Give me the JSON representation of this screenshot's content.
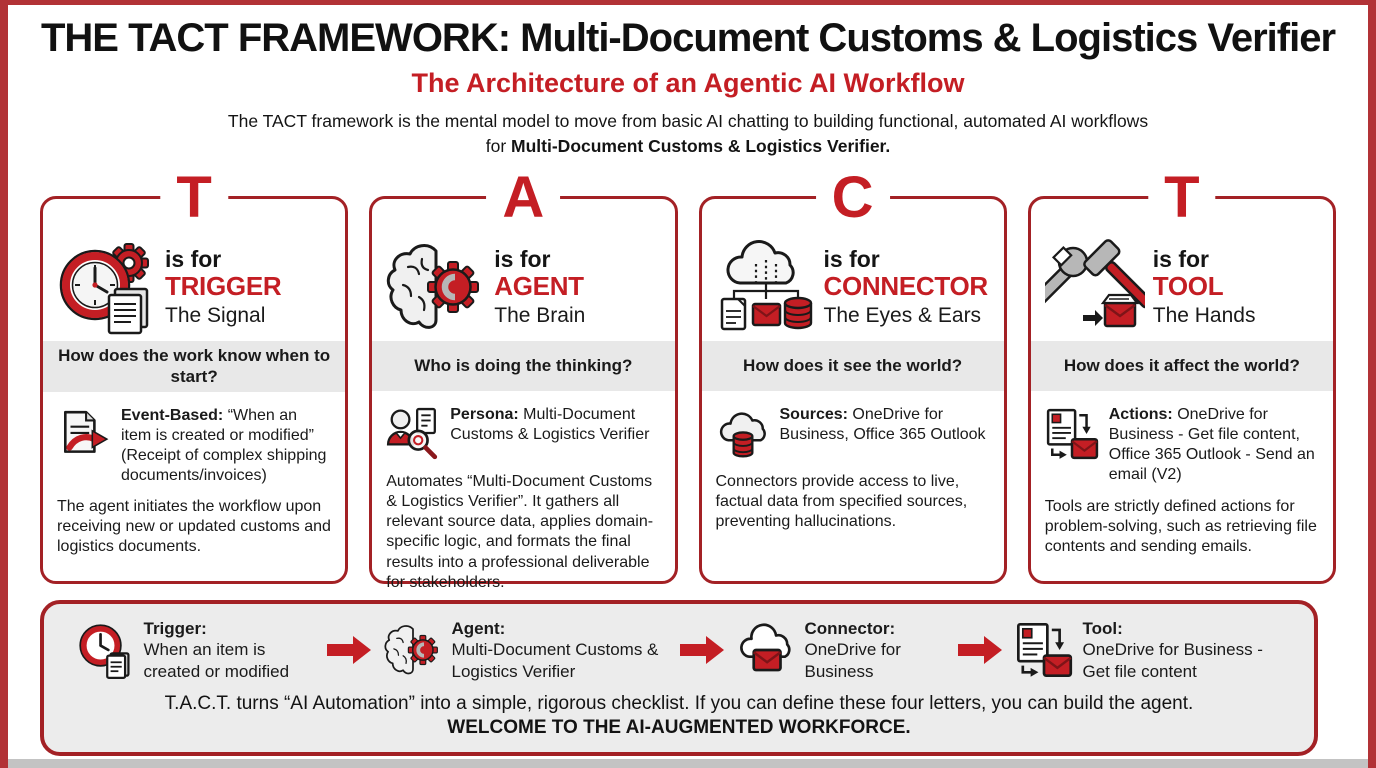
{
  "page": {
    "title": "THE TACT FRAMEWORK: Multi-Document Customs & Logistics Verifier",
    "subtitle": "The Architecture of an Agentic AI Workflow",
    "description_line1": "The TACT framework is the mental model to move from basic AI chatting to building functional, automated AI workflows",
    "description_line2_prefix": "for ",
    "description_line2_bold": "Multi-Document Customs & Logistics Verifier."
  },
  "colors": {
    "accent_red": "#c41e24",
    "card_border_red": "#a32125",
    "frame_red": "#b23236",
    "banner_gray": "#e8e8e8",
    "flow_bar_gray": "#ececec",
    "icon_gray": "#b7b7b7",
    "text_black": "#1a1a1a"
  },
  "cards": [
    {
      "letter": "T",
      "is_for": "is for",
      "keyword": "TRIGGER",
      "tagline": "The Signal",
      "question": "How does the work know when to start?",
      "icon": "alarm-clock-gear-documents-icon",
      "body_icon": "document-red-arrow-icon",
      "body": {
        "label": "Event-Based:",
        "text": "“When an item is created or modified” (Receipt of complex shipping documents/invoices)"
      },
      "note": "The agent initiates the workflow upon receiving new or updated customs and logistics documents."
    },
    {
      "letter": "A",
      "is_for": "is for",
      "keyword": "AGENT",
      "tagline": "The Brain",
      "question": "Who is doing the thinking?",
      "icon": "brain-gear-icon",
      "body_icon": "persona-magnifier-document-icon",
      "body": {
        "label": "Persona:",
        "text": "Multi-Document Customs & Logistics Verifier"
      },
      "note": "Automates “Multi-Document Customs & Logistics Verifier”. It gathers all relevant source data, applies domain-specific logic, and formats the final results into a professional deliverable for stakeholders."
    },
    {
      "letter": "C",
      "is_for": "is for",
      "keyword": "CONNECTOR",
      "tagline": "The Eyes & Ears",
      "question": "How does it see the world?",
      "icon": "cloud-connections-icon",
      "body_icon": "cloud-database-icon",
      "body": {
        "label": "Sources:",
        "text": "OneDrive for Business, Office 365 Outlook"
      },
      "note": "Connectors provide access to live, factual data from specified sources, preventing hallucinations."
    },
    {
      "letter": "T",
      "is_for": "is for",
      "keyword": "TOOL",
      "tagline": "The Hands",
      "question": "How does it affect the world?",
      "icon": "wrench-hammer-envelope-icon",
      "body_icon": "document-envelope-arrows-icon",
      "body": {
        "label": "Actions:",
        "text": "OneDrive for Business - Get file content, Office 365 Outlook - Send an email (V2)"
      },
      "note": "Tools are strictly defined actions for problem-solving, such as retrieving file contents and sending emails."
    }
  ],
  "flow": {
    "steps": [
      {
        "label": "Trigger:",
        "text": "When an item is created or modified",
        "icon": "alarm-clock-document-icon"
      },
      {
        "label": "Agent:",
        "text": "Multi-Document Customs & Logistics Verifier",
        "icon": "brain-gear-icon"
      },
      {
        "label": "Connector:",
        "text": "OneDrive for Business",
        "icon": "cloud-envelope-icon"
      },
      {
        "label": "Tool:",
        "text": "OneDrive for Business - Get file content",
        "icon": "document-envelope-arrows-icon"
      }
    ],
    "arrow_icon": "red-arrow-right-icon",
    "closing_line": "T.A.C.T. turns “AI Automation” into a simple, rigorous checklist. If you can define these four letters, you can build the agent.",
    "closing_bold": "WELCOME TO THE AI-AUGMENTED WORKFORCE."
  }
}
